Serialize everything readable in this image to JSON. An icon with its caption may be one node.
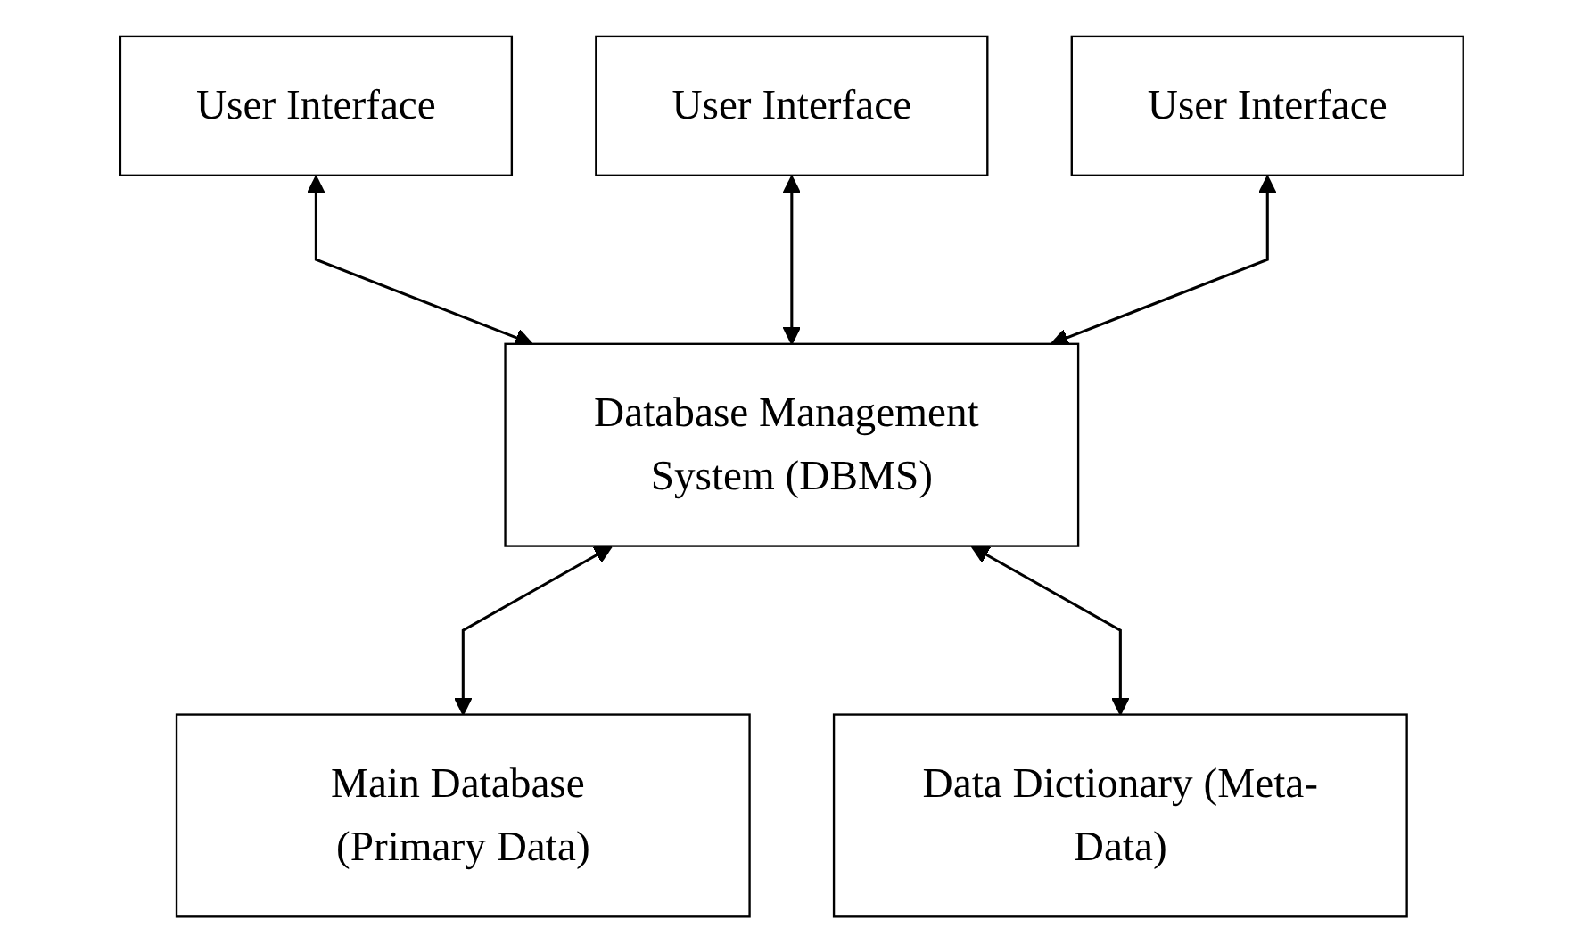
{
  "diagram": {
    "nodes": [
      {
        "text": [
          "User Interface"
        ]
      },
      {
        "text": [
          "User Interface"
        ]
      },
      {
        "text": [
          "User Interface"
        ]
      },
      {
        "text": [
          "Database Management System (DBMS)"
        ]
      },
      {
        "text": [
          "Main Database (Primary Data)"
        ]
      },
      {
        "text": [
          "Data Dictionary (Meta-Data)"
        ]
      }
    ],
    "edges": [
      {
        "from": 0,
        "to": 3,
        "arrow": "both"
      },
      {
        "from": 1,
        "to": 3,
        "arrow": "both"
      },
      {
        "from": 2,
        "to": 3,
        "arrow": "both"
      },
      {
        "from": 3,
        "to": 4,
        "arrow": "both"
      },
      {
        "from": 3,
        "to": 5,
        "arrow": "both"
      }
    ]
  }
}
